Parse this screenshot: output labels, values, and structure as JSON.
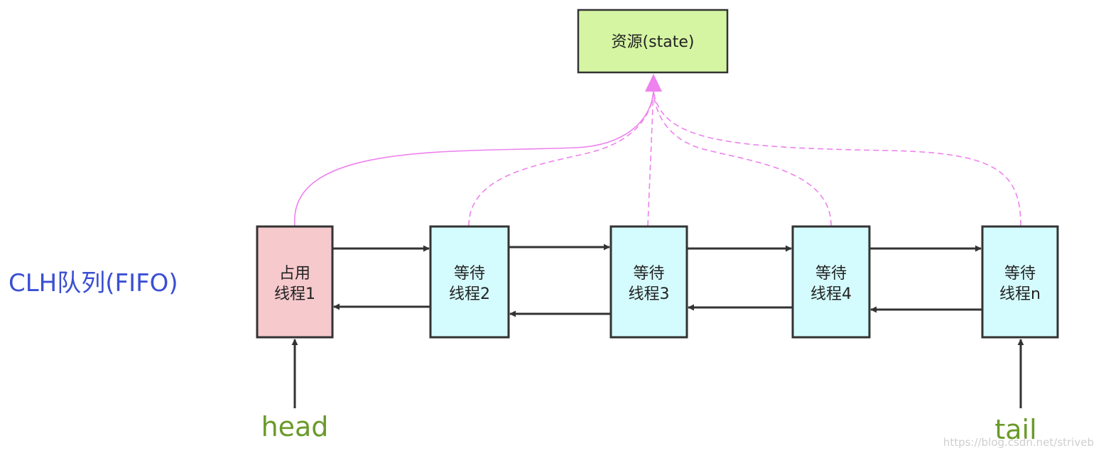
{
  "colors": {
    "resource_fill": "#d5f5a3",
    "holding_fill": "#f6c9cc",
    "waiting_fill": "#d4fbfd",
    "border": "#333333",
    "request_line": "#ee82ee",
    "link_arrow": "#333333",
    "queue_label": "#3a4fd4",
    "pointer_label": "#6a9a2a"
  },
  "resource": {
    "label": "资源(state)"
  },
  "queue_label": "CLH队列(FIFO)",
  "nodes": [
    {
      "line1": "占用",
      "line2": "线程1",
      "kind": "holding"
    },
    {
      "line1": "等待",
      "line2": "线程2",
      "kind": "waiting"
    },
    {
      "line1": "等待",
      "line2": "线程3",
      "kind": "waiting"
    },
    {
      "line1": "等待",
      "line2": "线程4",
      "kind": "waiting"
    },
    {
      "line1": "等待",
      "line2": "线程n",
      "kind": "waiting"
    }
  ],
  "pointers": {
    "head": "head",
    "tail": "tail"
  },
  "watermark": "https://blog.csdn.net/striveb"
}
